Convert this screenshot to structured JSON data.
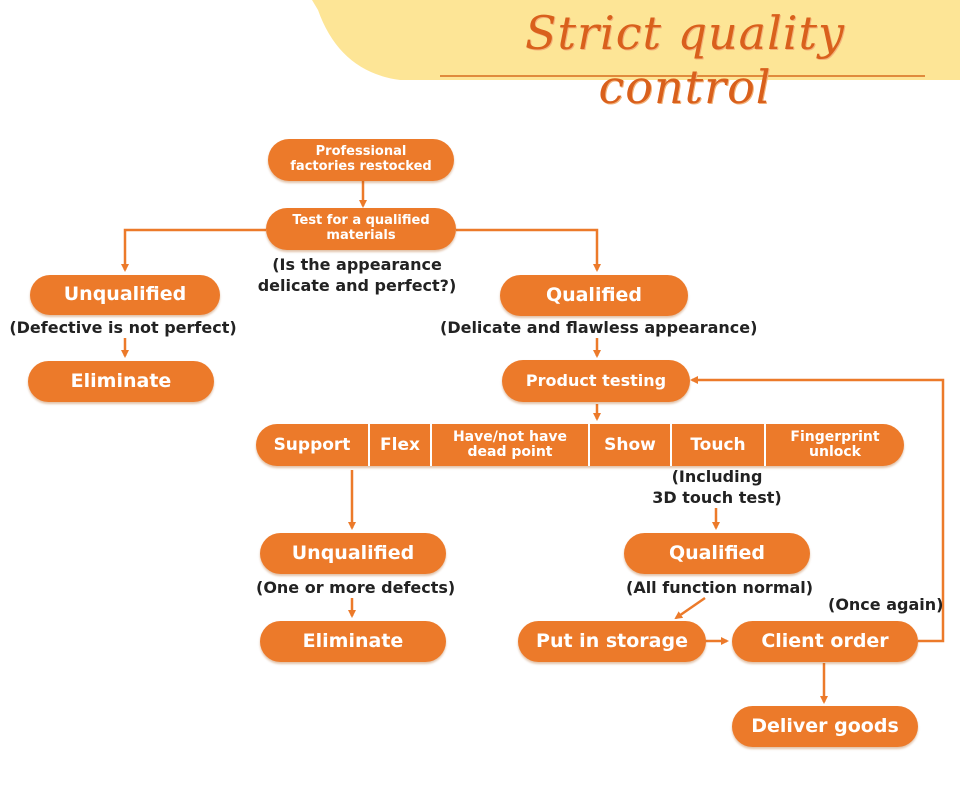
{
  "header": {
    "title": "Strict quality control"
  },
  "nodes": {
    "professional": "Professional factories restocked",
    "test_materials": "Test for a qualified materials",
    "unqualified_left": "Unqualified",
    "eliminate_left": "Eliminate",
    "qualified_top": "Qualified",
    "product_testing": "Product testing",
    "unqualified_mid": "Unqualified",
    "eliminate_mid": "Eliminate",
    "qualified_mid": "Qualified",
    "put_in_storage": "Put in storage",
    "client_order": "Client order",
    "deliver_goods": "Deliver goods"
  },
  "notes": {
    "appearance_line1": "(Is the appearance",
    "appearance_line2": "delicate and perfect?)",
    "defective": "(Defective is not perfect)",
    "flawless": "(Delicate and flawless appearance)",
    "including_line1": "(Including",
    "including_line2": "3D touch test)",
    "defects": "(One or more defects)",
    "all_normal": "(All function normal)",
    "once_again": "(Once again)"
  },
  "tests": [
    "Support",
    "Flex",
    "Have/not have dead point",
    "Show",
    "Touch",
    "Fingerprint unlock"
  ],
  "colors": {
    "accent": "#ec7a2a",
    "banner": "#fde596",
    "title": "#d9601c"
  }
}
